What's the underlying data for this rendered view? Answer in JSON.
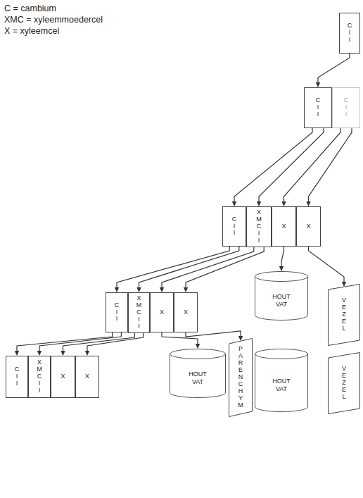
{
  "diagram": {
    "nodes": [
      {
        "text": [
          "C I I"
        ]
      },
      {
        "text": [
          "C I I"
        ]
      },
      {
        "text": [
          "C I I"
        ]
      },
      {
        "text": [
          "C I I"
        ]
      },
      {
        "text": [
          "XMC I I"
        ]
      },
      {
        "text": [
          "X"
        ]
      },
      {
        "text": [
          "X"
        ]
      },
      {
        "text": [
          "C I I"
        ]
      },
      {
        "text": [
          "XMC I I"
        ]
      },
      {
        "text": [
          "X"
        ]
      },
      {
        "text": [
          "X"
        ]
      },
      {
        "text": [
          "HOUT VAT"
        ]
      },
      {
        "text": [
          "VEZEL"
        ]
      },
      {
        "text": [
          "C I I"
        ]
      },
      {
        "text": [
          "XMC I I"
        ]
      },
      {
        "text": [
          "X"
        ]
      },
      {
        "text": [
          "X"
        ]
      },
      {
        "text": [
          "HOUT VAT"
        ]
      },
      {
        "text": [
          "PARENCHYM"
        ]
      },
      {
        "text": [
          "HOUT VAT"
        ]
      },
      {
        "text": [
          "VEZEL"
        ]
      }
    ],
    "edges": [
      {
        "from": 0,
        "to": 1,
        "arrow": "to"
      },
      {
        "from": 1,
        "to": 3,
        "arrow": "to"
      },
      {
        "from": 1,
        "to": 4,
        "arrow": "to"
      },
      {
        "from": 2,
        "to": 5,
        "arrow": "to"
      },
      {
        "from": 2,
        "to": 6,
        "arrow": "to"
      },
      {
        "from": 3,
        "to": 7,
        "arrow": "to"
      },
      {
        "from": 3,
        "to": 8,
        "arrow": "to"
      },
      {
        "from": 4,
        "to": 9,
        "arrow": "to"
      },
      {
        "from": 4,
        "to": 10,
        "arrow": "to"
      },
      {
        "from": 5,
        "to": 11,
        "arrow": "to"
      },
      {
        "from": 6,
        "to": 12,
        "arrow": "to"
      },
      {
        "from": 7,
        "to": 13,
        "arrow": "to"
      },
      {
        "from": 7,
        "to": 14,
        "arrow": "to"
      },
      {
        "from": 8,
        "to": 15,
        "arrow": "to"
      },
      {
        "from": 8,
        "to": 16,
        "arrow": "to"
      },
      {
        "from": 9,
        "to": 17,
        "arrow": "to"
      },
      {
        "from": 10,
        "to": 18,
        "arrow": "to"
      }
    ],
    "labels": [
      "C = cambium",
      "XMC = xyleemmoedercel",
      "X = xyleemcel"
    ]
  }
}
